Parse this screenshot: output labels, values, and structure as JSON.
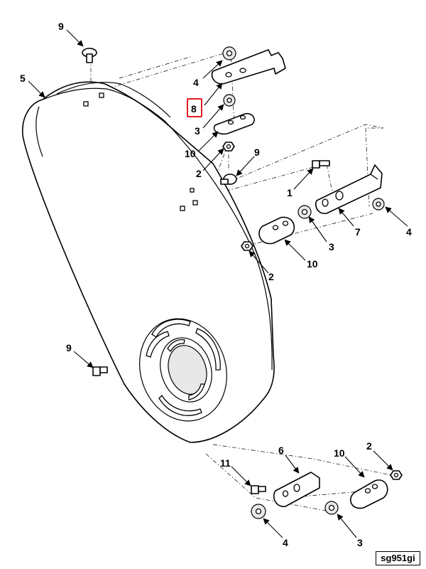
{
  "figure_id": "sg951gi",
  "highlight_color": "#e31b23",
  "callouts": [
    {
      "id": "c9-top",
      "label": "9"
    },
    {
      "id": "c5",
      "label": "5"
    },
    {
      "id": "c4-top",
      "label": "4"
    },
    {
      "id": "c8",
      "label": "8",
      "highlighted": true
    },
    {
      "id": "c3-top",
      "label": "3"
    },
    {
      "id": "c10-top",
      "label": "10"
    },
    {
      "id": "c2-top",
      "label": "2"
    },
    {
      "id": "c9-mid",
      "label": "9"
    },
    {
      "id": "c1",
      "label": "1"
    },
    {
      "id": "c4-right",
      "label": "4"
    },
    {
      "id": "c7",
      "label": "7"
    },
    {
      "id": "c3-mid",
      "label": "3"
    },
    {
      "id": "c10-mid",
      "label": "10"
    },
    {
      "id": "c2-mid",
      "label": "2"
    },
    {
      "id": "c9-left",
      "label": "9"
    },
    {
      "id": "c11",
      "label": "11"
    },
    {
      "id": "c6",
      "label": "6"
    },
    {
      "id": "c10-bot",
      "label": "10"
    },
    {
      "id": "c2-bot",
      "label": "2"
    },
    {
      "id": "c4-bot",
      "label": "4"
    },
    {
      "id": "c3-bot",
      "label": "3"
    }
  ]
}
